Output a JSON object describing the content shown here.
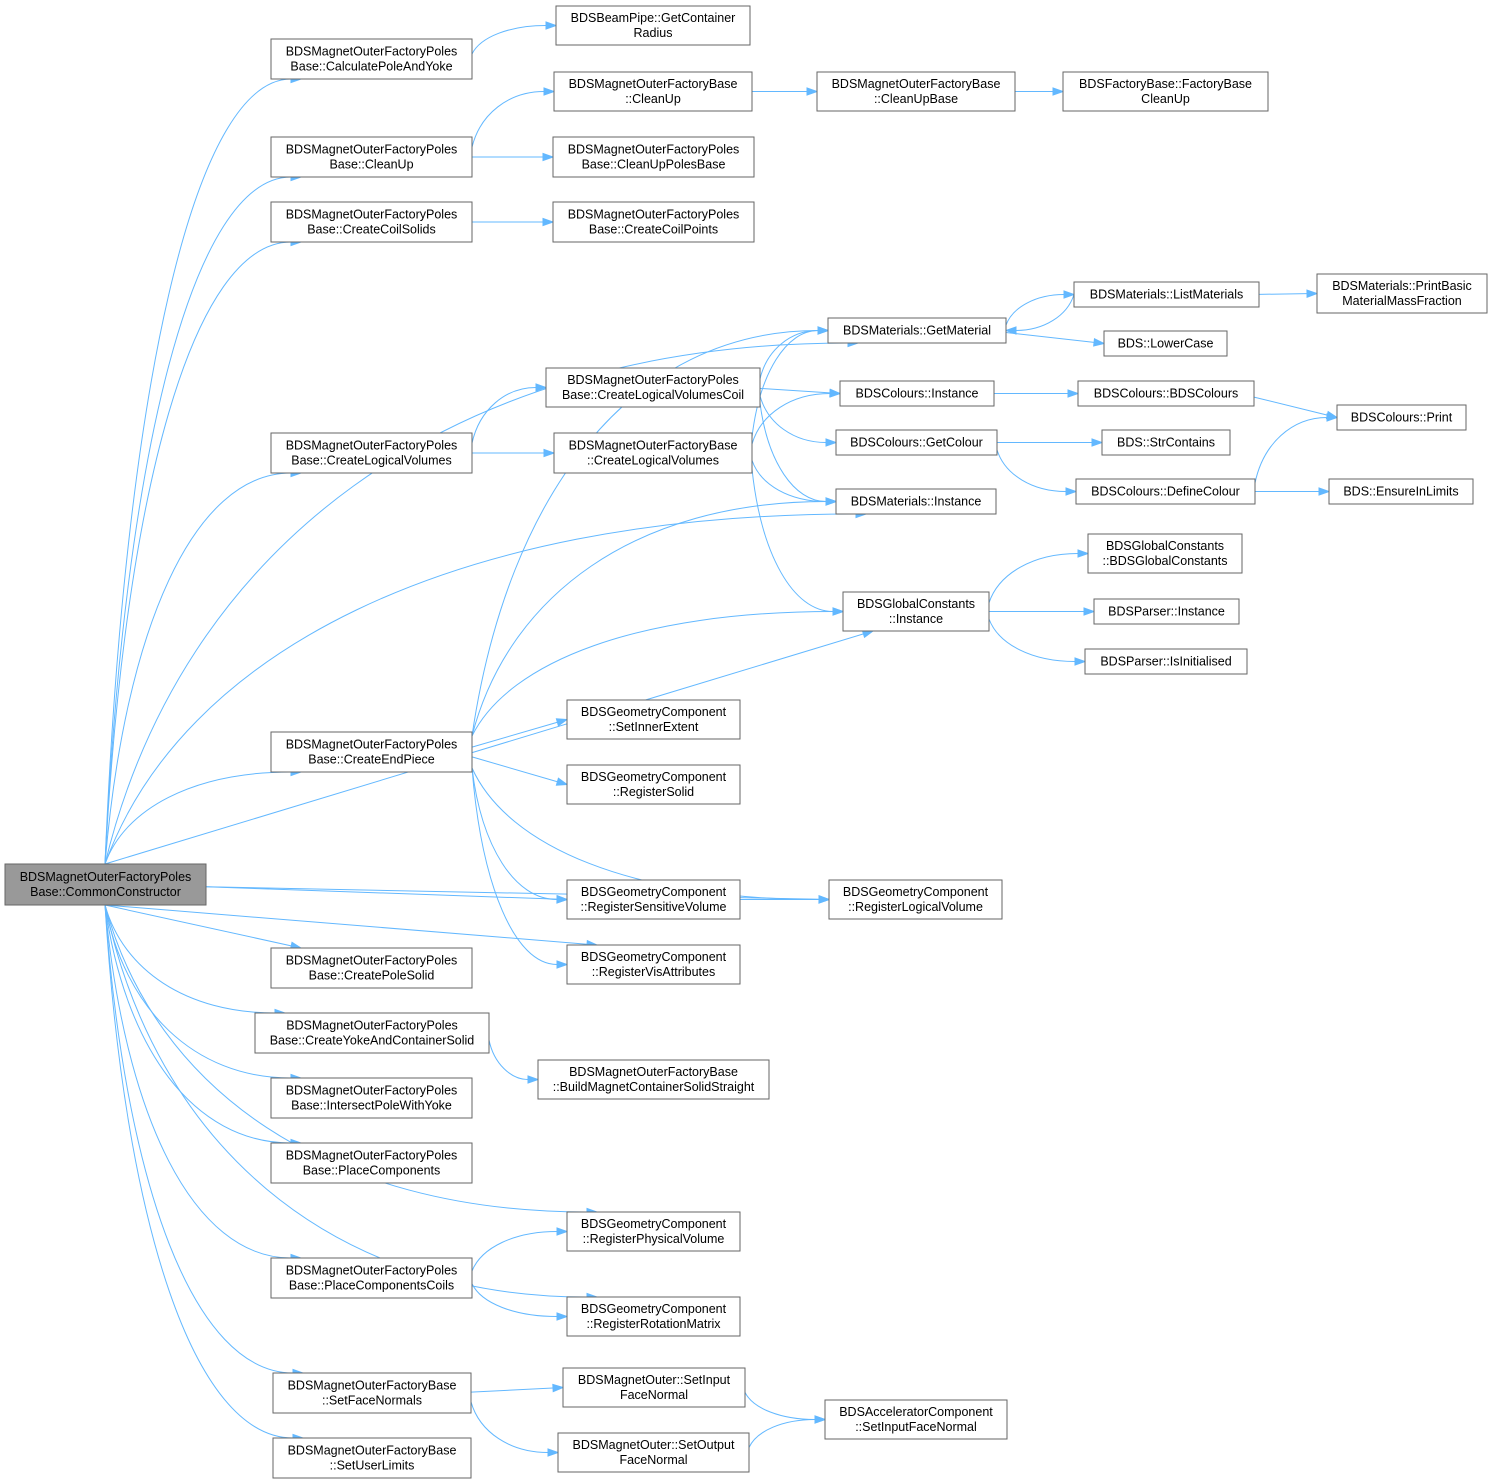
{
  "colors": {
    "edge": "#63b8ff",
    "node_border": "#666666",
    "root_fill": "#999999",
    "node_fill": "#ffffff"
  },
  "nodes": [
    {
      "id": "common_constructor",
      "lines": [
        "BDSMagnetOuterFactoryPoles",
        "Base::CommonConstructor"
      ],
      "root": true
    },
    {
      "id": "calc_pole_yoke",
      "lines": [
        "BDSMagnetOuterFactoryPoles",
        "Base::CalculatePoleAndYoke"
      ]
    },
    {
      "id": "poles_cleanup",
      "lines": [
        "BDSMagnetOuterFactoryPoles",
        "Base::CleanUp"
      ]
    },
    {
      "id": "create_coil_solids",
      "lines": [
        "BDSMagnetOuterFactoryPoles",
        "Base::CreateCoilSolids"
      ]
    },
    {
      "id": "poles_create_logical_volumes",
      "lines": [
        "BDSMagnetOuterFactoryPoles",
        "Base::CreateLogicalVolumes"
      ]
    },
    {
      "id": "create_end_piece",
      "lines": [
        "BDSMagnetOuterFactoryPoles",
        "Base::CreateEndPiece"
      ]
    },
    {
      "id": "create_pole_solid",
      "lines": [
        "BDSMagnetOuterFactoryPoles",
        "Base::CreatePoleSolid"
      ]
    },
    {
      "id": "create_yoke_container",
      "lines": [
        "BDSMagnetOuterFactoryPoles",
        "Base::CreateYokeAndContainerSolid"
      ]
    },
    {
      "id": "intersect_pole_yoke",
      "lines": [
        "BDSMagnetOuterFactoryPoles",
        "Base::IntersectPoleWithYoke"
      ]
    },
    {
      "id": "place_components",
      "lines": [
        "BDSMagnetOuterFactoryPoles",
        "Base::PlaceComponents"
      ]
    },
    {
      "id": "place_components_coils",
      "lines": [
        "BDSMagnetOuterFactoryPoles",
        "Base::PlaceComponentsCoils"
      ]
    },
    {
      "id": "set_face_normals",
      "lines": [
        "BDSMagnetOuterFactoryBase",
        "::SetFaceNormals"
      ]
    },
    {
      "id": "set_user_limits",
      "lines": [
        "BDSMagnetOuterFactoryBase",
        "::SetUserLimits"
      ]
    },
    {
      "id": "beampipe_container_radius",
      "lines": [
        "BDSBeamPipe::GetContainer",
        "Radius"
      ]
    },
    {
      "id": "base_cleanup",
      "lines": [
        "BDSMagnetOuterFactoryBase",
        "::CleanUp"
      ]
    },
    {
      "id": "cleanup_poles_base",
      "lines": [
        "BDSMagnetOuterFactoryPoles",
        "Base::CleanUpPolesBase"
      ]
    },
    {
      "id": "create_coil_points",
      "lines": [
        "BDSMagnetOuterFactoryPoles",
        "Base::CreateCoilPoints"
      ]
    },
    {
      "id": "create_lv_coil",
      "lines": [
        "BDSMagnetOuterFactoryPoles",
        "Base::CreateLogicalVolumesCoil"
      ]
    },
    {
      "id": "base_create_lv",
      "lines": [
        "BDSMagnetOuterFactoryBase",
        "::CreateLogicalVolumes"
      ]
    },
    {
      "id": "gc_set_inner_extent",
      "lines": [
        "BDSGeometryComponent",
        "::SetInnerExtent"
      ]
    },
    {
      "id": "gc_register_solid",
      "lines": [
        "BDSGeometryComponent",
        "::RegisterSolid"
      ]
    },
    {
      "id": "gc_register_sensitive",
      "lines": [
        "BDSGeometryComponent",
        "::RegisterSensitiveVolume"
      ]
    },
    {
      "id": "gc_register_vis",
      "lines": [
        "BDSGeometryComponent",
        "::RegisterVisAttributes"
      ]
    },
    {
      "id": "build_container_straight",
      "lines": [
        "BDSMagnetOuterFactoryBase",
        "::BuildMagnetContainerSolidStraight"
      ]
    },
    {
      "id": "gc_register_physical",
      "lines": [
        "BDSGeometryComponent",
        "::RegisterPhysicalVolume"
      ]
    },
    {
      "id": "gc_register_rotation",
      "lines": [
        "BDSGeometryComponent",
        "::RegisterRotationMatrix"
      ]
    },
    {
      "id": "mo_set_input_face",
      "lines": [
        "BDSMagnetOuter::SetInput",
        "FaceNormal"
      ]
    },
    {
      "id": "mo_set_output_face",
      "lines": [
        "BDSMagnetOuter::SetOutput",
        "FaceNormal"
      ]
    },
    {
      "id": "base_cleanup_base",
      "lines": [
        "BDSMagnetOuterFactoryBase",
        "::CleanUpBase"
      ]
    },
    {
      "id": "materials_get_material",
      "lines": [
        "BDSMaterials::GetMaterial"
      ]
    },
    {
      "id": "colours_instance",
      "lines": [
        "BDSColours::Instance"
      ]
    },
    {
      "id": "colours_get_colour",
      "lines": [
        "BDSColours::GetColour"
      ]
    },
    {
      "id": "materials_instance",
      "lines": [
        "BDSMaterials::Instance"
      ]
    },
    {
      "id": "global_constants_instance",
      "lines": [
        "BDSGlobalConstants",
        "::Instance"
      ]
    },
    {
      "id": "gc_register_logical",
      "lines": [
        "BDSGeometryComponent",
        "::RegisterLogicalVolume"
      ]
    },
    {
      "id": "accel_set_input_face",
      "lines": [
        "BDSAcceleratorComponent",
        "::SetInputFaceNormal"
      ]
    },
    {
      "id": "factory_base_cleanup",
      "lines": [
        "BDSFactoryBase::FactoryBase",
        "CleanUp"
      ]
    },
    {
      "id": "materials_list",
      "lines": [
        "BDSMaterials::ListMaterials"
      ]
    },
    {
      "id": "bds_lower_case",
      "lines": [
        "BDS::LowerCase"
      ]
    },
    {
      "id": "colours_ctor",
      "lines": [
        "BDSColours::BDSColours"
      ]
    },
    {
      "id": "bds_str_contains",
      "lines": [
        "BDS::StrContains"
      ]
    },
    {
      "id": "colours_define",
      "lines": [
        "BDSColours::DefineColour"
      ]
    },
    {
      "id": "global_constants_ctor",
      "lines": [
        "BDSGlobalConstants",
        "::BDSGlobalConstants"
      ]
    },
    {
      "id": "parser_instance",
      "lines": [
        "BDSParser::Instance"
      ]
    },
    {
      "id": "parser_is_initialised",
      "lines": [
        "BDSParser::IsInitialised"
      ]
    },
    {
      "id": "materials_print_basic",
      "lines": [
        "BDSMaterials::PrintBasic",
        "MaterialMassFraction"
      ]
    },
    {
      "id": "colours_print",
      "lines": [
        "BDSColours::Print"
      ]
    },
    {
      "id": "bds_ensure_in_limits",
      "lines": [
        "BDS::EnsureInLimits"
      ]
    }
  ],
  "edges": [
    [
      "common_constructor",
      "calc_pole_yoke"
    ],
    [
      "common_constructor",
      "poles_cleanup"
    ],
    [
      "common_constructor",
      "create_coil_solids"
    ],
    [
      "common_constructor",
      "materials_get_material"
    ],
    [
      "common_constructor",
      "poles_create_logical_volumes"
    ],
    [
      "common_constructor",
      "materials_instance"
    ],
    [
      "common_constructor",
      "global_constants_instance"
    ],
    [
      "common_constructor",
      "create_end_piece"
    ],
    [
      "common_constructor",
      "gc_register_sensitive"
    ],
    [
      "common_constructor",
      "gc_register_vis"
    ],
    [
      "common_constructor",
      "gc_register_logical"
    ],
    [
      "common_constructor",
      "create_pole_solid"
    ],
    [
      "common_constructor",
      "create_yoke_container"
    ],
    [
      "common_constructor",
      "intersect_pole_yoke"
    ],
    [
      "common_constructor",
      "place_components"
    ],
    [
      "common_constructor",
      "gc_register_physical"
    ],
    [
      "common_constructor",
      "place_components_coils"
    ],
    [
      "common_constructor",
      "gc_register_rotation"
    ],
    [
      "common_constructor",
      "set_face_normals"
    ],
    [
      "common_constructor",
      "set_user_limits"
    ],
    [
      "calc_pole_yoke",
      "beampipe_container_radius"
    ],
    [
      "poles_cleanup",
      "base_cleanup"
    ],
    [
      "poles_cleanup",
      "cleanup_poles_base"
    ],
    [
      "base_cleanup",
      "base_cleanup_base"
    ],
    [
      "base_cleanup_base",
      "factory_base_cleanup"
    ],
    [
      "create_coil_solids",
      "create_coil_points"
    ],
    [
      "poles_create_logical_volumes",
      "create_lv_coil"
    ],
    [
      "poles_create_logical_volumes",
      "base_create_lv"
    ],
    [
      "create_lv_coil",
      "materials_get_material"
    ],
    [
      "create_lv_coil",
      "colours_instance"
    ],
    [
      "create_lv_coil",
      "colours_get_colour"
    ],
    [
      "create_lv_coil",
      "materials_instance"
    ],
    [
      "base_create_lv",
      "materials_get_material"
    ],
    [
      "base_create_lv",
      "colours_instance"
    ],
    [
      "base_create_lv",
      "materials_instance"
    ],
    [
      "base_create_lv",
      "global_constants_instance"
    ],
    [
      "materials_get_material",
      "materials_list"
    ],
    [
      "materials_get_material",
      "bds_lower_case"
    ],
    [
      "materials_list",
      "materials_get_material"
    ],
    [
      "materials_list",
      "materials_print_basic"
    ],
    [
      "colours_instance",
      "colours_ctor"
    ],
    [
      "colours_ctor",
      "colours_print"
    ],
    [
      "colours_get_colour",
      "bds_str_contains"
    ],
    [
      "colours_get_colour",
      "colours_define"
    ],
    [
      "colours_define",
      "colours_print"
    ],
    [
      "colours_define",
      "bds_ensure_in_limits"
    ],
    [
      "global_constants_instance",
      "global_constants_ctor"
    ],
    [
      "global_constants_instance",
      "parser_instance"
    ],
    [
      "global_constants_instance",
      "parser_is_initialised"
    ],
    [
      "create_end_piece",
      "materials_get_material"
    ],
    [
      "create_end_piece",
      "materials_instance"
    ],
    [
      "create_end_piece",
      "global_constants_instance"
    ],
    [
      "create_end_piece",
      "gc_set_inner_extent"
    ],
    [
      "create_end_piece",
      "gc_register_solid"
    ],
    [
      "create_end_piece",
      "gc_register_sensitive"
    ],
    [
      "create_end_piece",
      "gc_register_vis"
    ],
    [
      "create_end_piece",
      "gc_register_logical"
    ],
    [
      "gc_register_sensitive",
      "gc_register_logical"
    ],
    [
      "create_yoke_container",
      "build_container_straight"
    ],
    [
      "place_components_coils",
      "gc_register_physical"
    ],
    [
      "place_components_coils",
      "gc_register_rotation"
    ],
    [
      "set_face_normals",
      "mo_set_input_face"
    ],
    [
      "set_face_normals",
      "mo_set_output_face"
    ],
    [
      "mo_set_input_face",
      "accel_set_input_face"
    ],
    [
      "mo_set_output_face",
      "accel_set_input_face"
    ]
  ]
}
